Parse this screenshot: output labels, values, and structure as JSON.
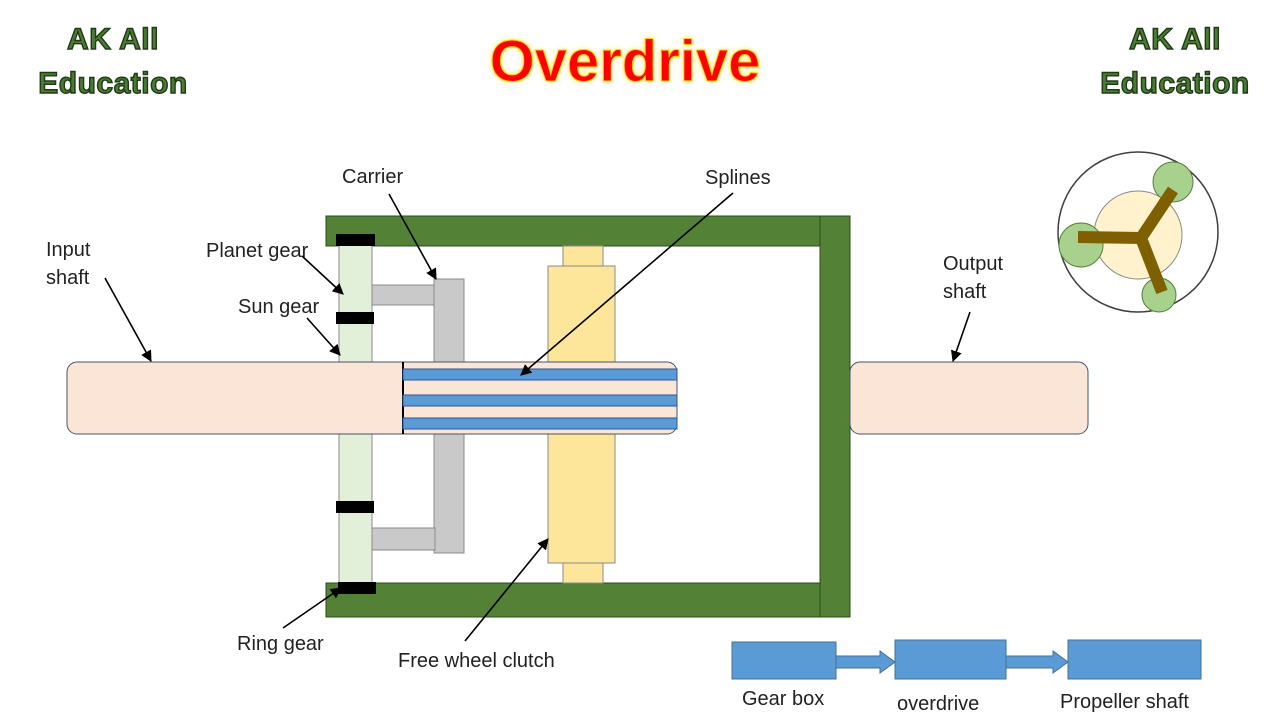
{
  "header": {
    "title": "Overdrive",
    "brand_left": [
      "AK All",
      "Education"
    ],
    "brand_right": [
      "AK All",
      "Education"
    ]
  },
  "labels": {
    "carrier": "Carrier",
    "splines": "Splines",
    "input_shaft": [
      "Input",
      "shaft"
    ],
    "planet_gear": "Planet gear",
    "sun_gear": "Sun gear",
    "output_shaft": [
      "Output",
      "shaft"
    ],
    "ring_gear": "Ring gear",
    "free_wheel_clutch": "Free wheel clutch"
  },
  "flow": [
    "Gear box",
    "overdrive",
    "Propeller shaft"
  ],
  "colors": {
    "housing": "#538135",
    "shaft": "#fbe5d6",
    "gear": "#e2f0d9",
    "carrier": "#c9c9c9",
    "clutch": "#fde59a",
    "spline": "#5b9bd5",
    "flow_box": "#5b9bd5",
    "title": "#ff0000"
  }
}
